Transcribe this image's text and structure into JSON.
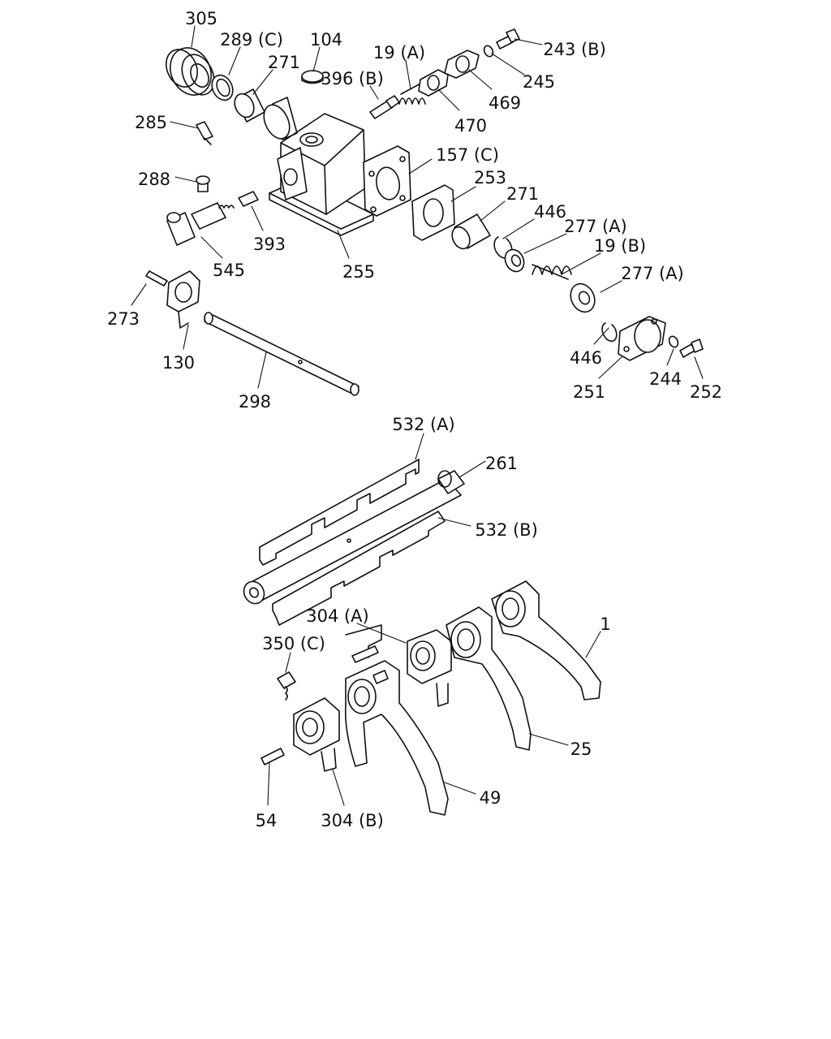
{
  "diagram": {
    "labels": [
      "305",
      "289 (C)",
      "104",
      "19 (A)",
      "243 (B)",
      "271",
      "396 (B)",
      "245",
      "469",
      "470",
      "285",
      "157 (C)",
      "253",
      "288",
      "271",
      "446",
      "277 (A)",
      "19 (B)",
      "393",
      "545",
      "255",
      "277 (A)",
      "273",
      "130",
      "446",
      "244",
      "252",
      "251",
      "298",
      "532 (A)",
      "261",
      "532 (B)",
      "304 (A)",
      "1",
      "350 (C)",
      "25",
      "54",
      "304 (B)",
      "49"
    ]
  }
}
